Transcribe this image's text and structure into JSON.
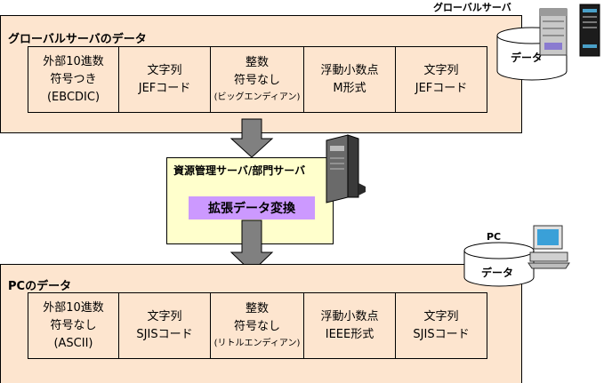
{
  "global": {
    "title": "グローバルサーバのデータ",
    "server_label": "グローバルサーバ",
    "db_label": "データ",
    "cells": [
      {
        "lines": [
          "外部10進数",
          "符号つき",
          "(EBCDIC)"
        ],
        "note": ""
      },
      {
        "lines": [
          "文字列",
          "JEFコード"
        ],
        "note": ""
      },
      {
        "lines": [
          "整数",
          "符号なし"
        ],
        "note": "(ビッグエンディアン)"
      },
      {
        "lines": [
          "浮動小数点",
          "M形式"
        ],
        "note": ""
      },
      {
        "lines": [
          "文字列",
          "JEFコード"
        ],
        "note": ""
      }
    ]
  },
  "middle": {
    "title": "資源管理サーバ/部門サーバ",
    "conversion": "拡張データ変換"
  },
  "pc": {
    "title": "PCのデータ",
    "pc_label": "PC",
    "db_label": "データ",
    "cells": [
      {
        "lines": [
          "外部10進数",
          "符号なし",
          "(ASCII)"
        ],
        "note": ""
      },
      {
        "lines": [
          "文字列",
          "SJISコード"
        ],
        "note": ""
      },
      {
        "lines": [
          "整数",
          "符号なし"
        ],
        "note": "(リトルエンディアン)"
      },
      {
        "lines": [
          "浮動小数点",
          "IEEE形式"
        ],
        "note": ""
      },
      {
        "lines": [
          "文字列",
          "SJISコード"
        ],
        "note": ""
      }
    ]
  }
}
